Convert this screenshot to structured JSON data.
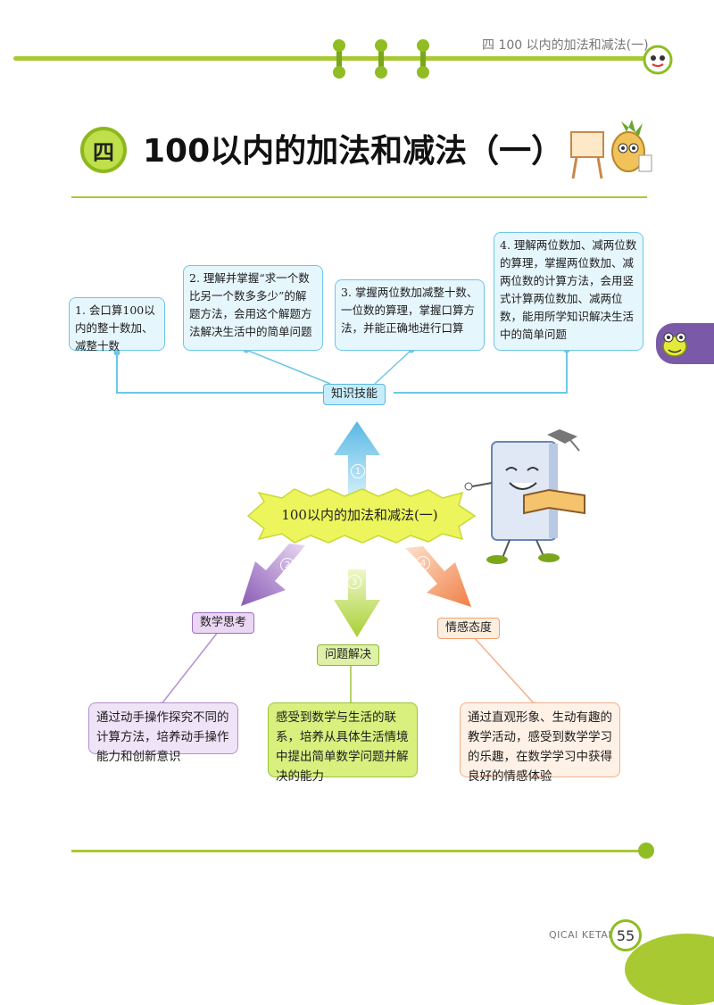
{
  "header": {
    "running_head": "四  100 以内的加法和减法(一)"
  },
  "title": {
    "badge": "四",
    "text": "100以内的加法和减法（一）"
  },
  "knowledge": {
    "tag": "知识技能",
    "items": [
      "1. 会口算100以内的整十数加、减整十数",
      "2. 理解并掌握“求一个数比另一个数多多少”的解题方法，会用这个解题方法解决生活中的简单问题",
      "3. 掌握两位数加减整十数、一位数的算理，掌握口算方法，并能正确地进行口算",
      "4. 理解两位数加、减两位数的算理，掌握两位数加、减两位数的计算方法，会用竖式计算两位数加、减两位数，能用所学知识解决生活中的简单问题"
    ]
  },
  "center": {
    "label": "100以内的加法和减法(一)"
  },
  "arrows": {
    "n1": "1",
    "n2": "2",
    "n3": "3",
    "n4": "4"
  },
  "branches": {
    "thinking": {
      "tag": "数学思考",
      "text": "通过动手操作探究不同的计算方法，培养动手操作能力和创新意识"
    },
    "problem": {
      "tag": "问题解决",
      "text": "感受到数学与生活的联系，培养从具体生活情境中提出简单数学问题并解决的能力"
    },
    "attitude": {
      "tag": "情感态度",
      "text": "通过直观形象、生动有趣的教学活动，感受到数学学习的乐趣，在数学学习中获得良好的情感体验"
    }
  },
  "footer": {
    "brand": "QICAI KETANG",
    "page": "55"
  },
  "colors": {
    "green": "#a8c932",
    "blue": "#6fc6e6",
    "purple": "#9b6fbf",
    "orange": "#f0a070",
    "center_burst": "#e8f45a"
  }
}
